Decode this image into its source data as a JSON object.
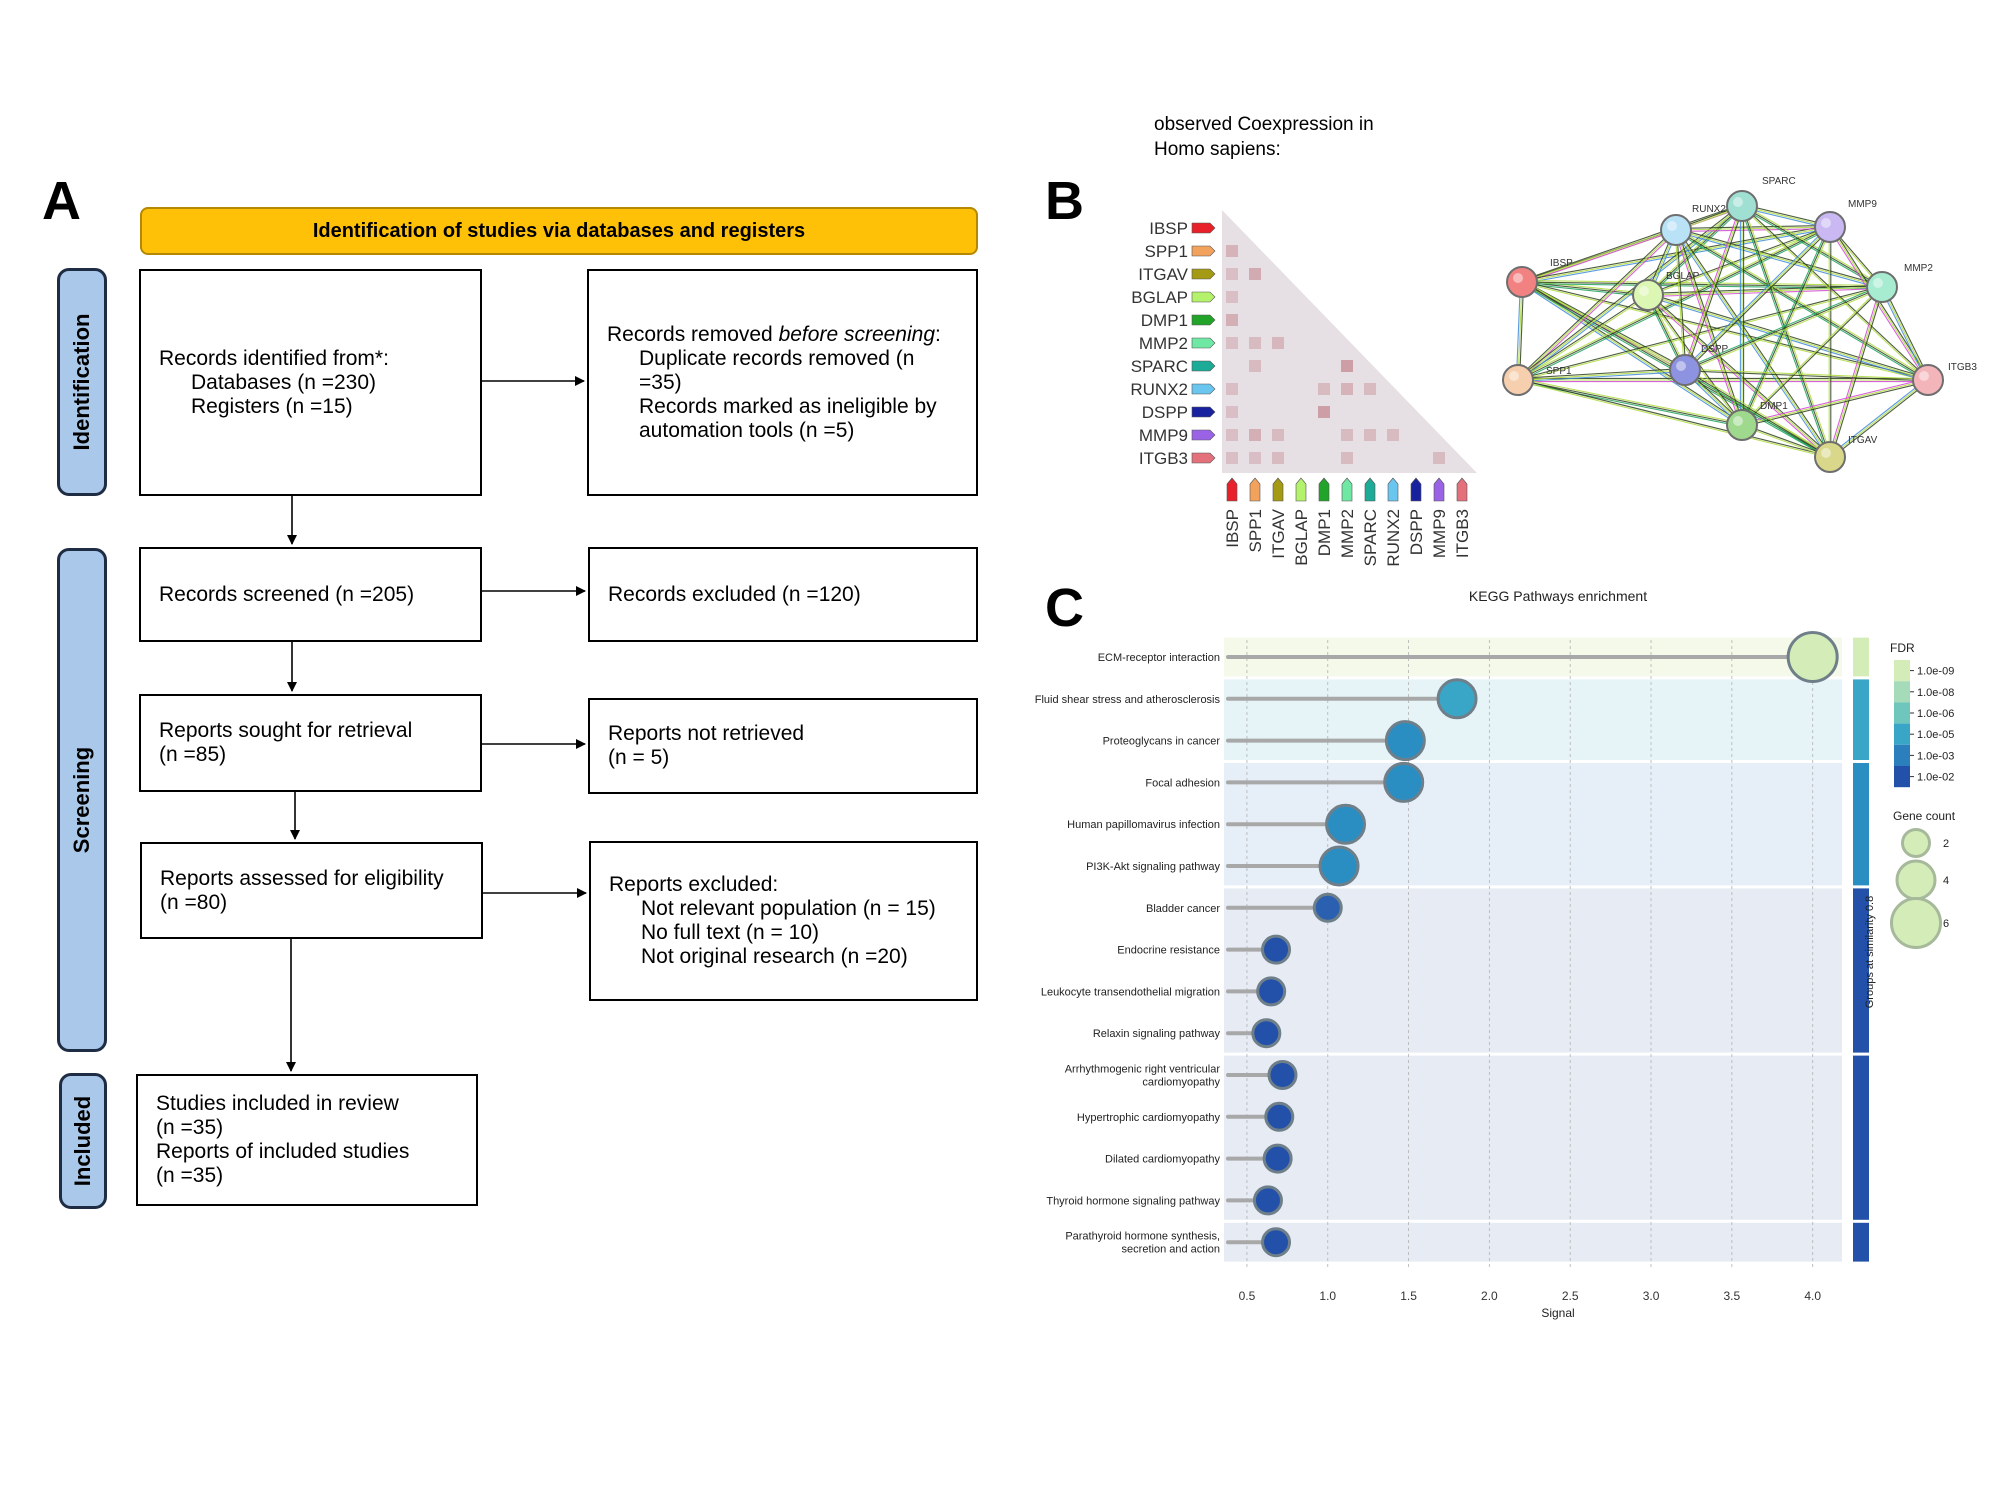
{
  "panels": {
    "a": "A",
    "b": "B",
    "c": "C"
  },
  "prisma": {
    "banner": "Identification of studies via databases and registers",
    "side_labels": {
      "identification": "Identification",
      "screening": "Screening",
      "included": "Included"
    },
    "records_identified": {
      "line1": "Records identified from*:",
      "line2": "Databases (n =230)",
      "line3": "Registers (n =15)"
    },
    "records_removed": {
      "line1_pre": "Records removed ",
      "line1_em": "before screening",
      "line1_post": ":",
      "line2": "Duplicate records removed (n =35)",
      "line3": "Records marked as ineligible by",
      "line4": "automation tools (n =5)"
    },
    "records_screened": "Records screened (n =205)",
    "records_excluded": "Records excluded (n =120)",
    "reports_sought": {
      "line1": "Reports sought for retrieval",
      "line2": "(n =85)"
    },
    "reports_not_retrieved": {
      "line1": "Reports not retrieved",
      "line2": "(n = 5)"
    },
    "reports_assessed": {
      "line1": "Reports assessed for eligibility",
      "line2": "(n =80)"
    },
    "reports_excluded": {
      "line1": "Reports excluded:",
      "line2": "Not relevant population (n = 15)",
      "line3": "No full text (n = 10)",
      "line4": "Not original research (n =20)"
    },
    "included": {
      "line1": "Studies included in review",
      "line2": "(n =35)",
      "line3": "Reports of included studies",
      "line4": "(n =35)"
    }
  },
  "coexpression": {
    "title": "observed Coexpression in Homo sapiens:",
    "genes": [
      "IBSP",
      "SPP1",
      "ITGAV",
      "BGLAP",
      "DMP1",
      "MMP2",
      "SPARC",
      "RUNX2",
      "DSPP",
      "MMP9",
      "ITGB3"
    ],
    "gene_colors": [
      "#e8202a",
      "#f2a25c",
      "#a59a13",
      "#b3f26a",
      "#22a32a",
      "#6fe8a3",
      "#1bab96",
      "#6ac5ef",
      "#18219e",
      "#9a63e6",
      "#e3707a"
    ],
    "cells": [
      {
        "row": "SPP1",
        "col": "IBSP",
        "strength": 0.3
      },
      {
        "row": "ITGAV",
        "col": "IBSP",
        "strength": 0.15
      },
      {
        "row": "ITGAV",
        "col": "SPP1",
        "strength": 0.4
      },
      {
        "row": "BGLAP",
        "col": "IBSP",
        "strength": 0.15
      },
      {
        "row": "DMP1",
        "col": "IBSP",
        "strength": 0.35
      },
      {
        "row": "MMP2",
        "col": "IBSP",
        "strength": 0.15
      },
      {
        "row": "MMP2",
        "col": "SPP1",
        "strength": 0.2
      },
      {
        "row": "MMP2",
        "col": "ITGAV",
        "strength": 0.25
      },
      {
        "row": "SPARC",
        "col": "SPP1",
        "strength": 0.2
      },
      {
        "row": "SPARC",
        "col": "MMP2",
        "strength": 0.55
      },
      {
        "row": "RUNX2",
        "col": "IBSP",
        "strength": 0.15
      },
      {
        "row": "RUNX2",
        "col": "DMP1",
        "strength": 0.2
      },
      {
        "row": "RUNX2",
        "col": "MMP2",
        "strength": 0.3
      },
      {
        "row": "RUNX2",
        "col": "SPARC",
        "strength": 0.2
      },
      {
        "row": "DSPP",
        "col": "IBSP",
        "strength": 0.15
      },
      {
        "row": "DSPP",
        "col": "DMP1",
        "strength": 0.55
      },
      {
        "row": "MMP9",
        "col": "IBSP",
        "strength": 0.15
      },
      {
        "row": "MMP9",
        "col": "SPP1",
        "strength": 0.35
      },
      {
        "row": "MMP9",
        "col": "ITGAV",
        "strength": 0.2
      },
      {
        "row": "MMP9",
        "col": "MMP2",
        "strength": 0.2
      },
      {
        "row": "MMP9",
        "col": "SPARC",
        "strength": 0.2
      },
      {
        "row": "MMP9",
        "col": "RUNX2",
        "strength": 0.2
      },
      {
        "row": "ITGB3",
        "col": "IBSP",
        "strength": 0.15
      },
      {
        "row": "ITGB3",
        "col": "SPP1",
        "strength": 0.15
      },
      {
        "row": "ITGB3",
        "col": "ITGAV",
        "strength": 0.2
      },
      {
        "row": "ITGB3",
        "col": "MMP2",
        "strength": 0.2
      },
      {
        "row": "ITGB3",
        "col": "MMP9",
        "strength": 0.2
      }
    ]
  },
  "network": {
    "nodes": [
      {
        "id": "IBSP",
        "color": "#f28282"
      },
      {
        "id": "SPP1",
        "color": "#f6cfae"
      },
      {
        "id": "BGLAP",
        "color": "#dcf7b4"
      },
      {
        "id": "RUNX2",
        "color": "#b9e2f7"
      },
      {
        "id": "SPARC",
        "color": "#9fe0d3"
      },
      {
        "id": "MMP9",
        "color": "#c9b8f2"
      },
      {
        "id": "MMP2",
        "color": "#a7ecd0"
      },
      {
        "id": "ITGB3",
        "color": "#f3b5ba"
      },
      {
        "id": "DSPP",
        "color": "#8d93e0"
      },
      {
        "id": "DMP1",
        "color": "#9ed98e"
      },
      {
        "id": "ITGAV",
        "color": "#d9d88a"
      }
    ]
  },
  "chart_data": {
    "type": "scatter",
    "title": "KEGG Pathways enrichment",
    "xlabel": "Signal",
    "xlim": [
      0.42,
      4.2
    ],
    "xticks": [
      "0.5",
      "1.0",
      "1.5",
      "2.0",
      "2.5",
      "3.0",
      "3.5",
      "4.0"
    ],
    "group_label": "Groups at similarity 0.8",
    "pathways": [
      {
        "name": "ECM-receptor interaction",
        "signal": 4.0,
        "fdr_color": "#d4edb8",
        "size": 6
      },
      {
        "name": "Fluid shear stress and atherosclerosis",
        "signal": 1.8,
        "fdr_color": "#3aa6c7",
        "size": 4
      },
      {
        "name": "Proteoglycans in cancer",
        "signal": 1.48,
        "fdr_color": "#2a8ec3",
        "size": 4
      },
      {
        "name": "Focal adhesion",
        "signal": 1.47,
        "fdr_color": "#2a8ec3",
        "size": 4
      },
      {
        "name": "Human papillomavirus infection",
        "signal": 1.11,
        "fdr_color": "#2a8ec3",
        "size": 4
      },
      {
        "name": "PI3K-Akt signaling pathway",
        "signal": 1.07,
        "fdr_color": "#2a8ec3",
        "size": 4
      },
      {
        "name": "Bladder cancer",
        "signal": 1.0,
        "fdr_color": "#2b5fb0",
        "size": 2
      },
      {
        "name": "Endocrine resistance",
        "signal": 0.68,
        "fdr_color": "#2350a8",
        "size": 2
      },
      {
        "name": "Leukocyte transendothelial migration",
        "signal": 0.65,
        "fdr_color": "#2350a8",
        "size": 2
      },
      {
        "name": "Relaxin signaling pathway",
        "signal": 0.62,
        "fdr_color": "#2350a8",
        "size": 2
      },
      {
        "name": "Arrhythmogenic right ventricular cardiomyopathy",
        "name_lines": [
          "Arrhythmogenic right ventricular",
          "cardiomyopathy"
        ],
        "signal": 0.72,
        "fdr_color": "#2350a8",
        "size": 2
      },
      {
        "name": "Hypertrophic cardiomyopathy",
        "signal": 0.7,
        "fdr_color": "#2350a8",
        "size": 2
      },
      {
        "name": "Dilated cardiomyopathy",
        "signal": 0.69,
        "fdr_color": "#2350a8",
        "size": 2
      },
      {
        "name": "Thyroid hormone signaling pathway",
        "signal": 0.63,
        "fdr_color": "#2350a8",
        "size": 2
      },
      {
        "name": "Parathyroid hormone synthesis, secretion and action",
        "name_lines": [
          "Parathyroid hormone synthesis,",
          "secretion and action"
        ],
        "signal": 0.68,
        "fdr_color": "#2350a8",
        "size": 2
      }
    ],
    "groups": [
      {
        "rows": [
          0,
          0
        ],
        "bg": "#f5f9e9",
        "bar": "#d4edb8"
      },
      {
        "rows": [
          1,
          2
        ],
        "bg": "#e6f4f8",
        "bar": "#3aa6c7"
      },
      {
        "rows": [
          3,
          5
        ],
        "bg": "#e6eff7",
        "bar": "#2a8ec3"
      },
      {
        "rows": [
          6,
          9
        ],
        "bg": "#e6ebf4",
        "bar": "#2350a8"
      },
      {
        "rows": [
          10,
          13
        ],
        "bg": "#e6ebf4",
        "bar": "#2350a8"
      },
      {
        "rows": [
          14,
          14
        ],
        "bg": "#e6ebf4",
        "bar": "#2350a8"
      }
    ],
    "legend_fdr": {
      "title": "FDR",
      "entries": [
        {
          "label": "1.0e-09",
          "color": "#d4edb8"
        },
        {
          "label": "1.0e-08",
          "color": "#a5dbb9"
        },
        {
          "label": "1.0e-06",
          "color": "#6ec6bd"
        },
        {
          "label": "1.0e-05",
          "color": "#3aa6c7"
        },
        {
          "label": "1.0e-03",
          "color": "#2a7fbc"
        },
        {
          "label": "1.0e-02",
          "color": "#2350a8"
        }
      ]
    },
    "legend_size": {
      "title": "Gene count",
      "entries": [
        {
          "label": "2",
          "size": 2
        },
        {
          "label": "4",
          "size": 4
        },
        {
          "label": "6",
          "size": 6
        }
      ]
    }
  }
}
